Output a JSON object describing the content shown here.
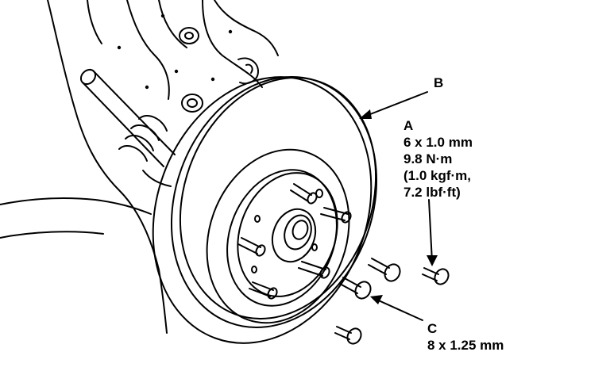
{
  "callouts": {
    "a": {
      "letter": "A",
      "size": "6 x 1.0 mm",
      "torque_nm": "9.8 N·m",
      "torque_kgf": "(1.0 kgf·m,",
      "torque_lbf": "7.2 lbf·ft)"
    },
    "b": {
      "letter": "B"
    },
    "c": {
      "letter": "C",
      "size": "8 x 1.25 mm"
    }
  },
  "colors": {
    "ink": "#000000",
    "paper": "#ffffff"
  }
}
